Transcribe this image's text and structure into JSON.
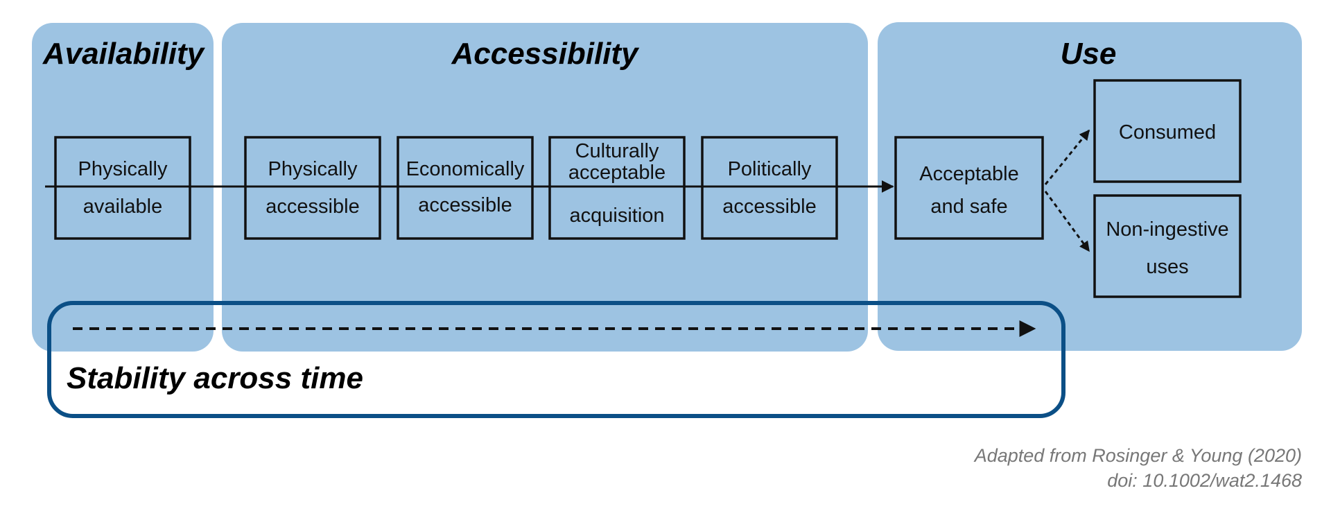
{
  "colors": {
    "section_fill": "#9dc3e2",
    "stability_border": "#0b4f86",
    "line": "#111111",
    "citation": "#777777"
  },
  "sections": {
    "availability": {
      "title": "Availability"
    },
    "accessibility": {
      "title": "Accessibility"
    },
    "use": {
      "title": "Use"
    }
  },
  "boxes": {
    "physically_available": {
      "line1": "Physically",
      "line2": "available"
    },
    "physically_accessible": {
      "line1": "Physically",
      "line2": "accessible"
    },
    "economically_accessible": {
      "line1": "Economically",
      "line2": "accessible"
    },
    "culturally_acceptable": {
      "line1": "Culturally",
      "line2": "acceptable",
      "line3": "acquisition"
    },
    "politically_accessible": {
      "line1": "Politically",
      "line2": "accessible"
    },
    "acceptable_safe": {
      "line1": "Acceptable",
      "line2": "and safe"
    },
    "consumed": {
      "line1": "Consumed"
    },
    "non_ingestive": {
      "line1": "Non-ingestive",
      "line2": "uses"
    }
  },
  "stability": {
    "title": "Stability across time"
  },
  "citation": {
    "line1": "Adapted from Rosinger & Young (2020)",
    "line2": "doi: 10.1002/wat2.1468"
  }
}
